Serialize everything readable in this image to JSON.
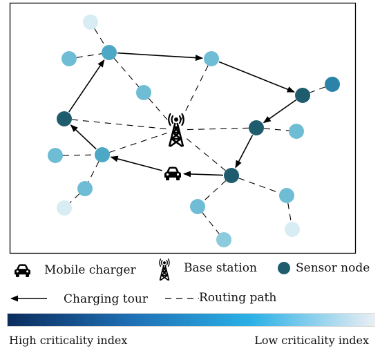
{
  "legend": {
    "mobile_charger_label": "Mobile charger",
    "base_station_label": "Base station",
    "sensor_node_label": "Sensor node",
    "charging_tour_label": "Charging tour",
    "routing_path_label": "Routing path",
    "icons": {
      "mobile_charger": "car-icon",
      "base_station": "antenna-tower-icon",
      "sensor_node": "circle-icon"
    }
  },
  "criticality_scale": {
    "high_label": "High criticality index",
    "low_label": "Low criticality index",
    "colors": [
      "#0b2c5e",
      "#1e6fb3",
      "#2bb1e6",
      "#e9eef3"
    ]
  },
  "diagram": {
    "node_colors": {
      "very_high": "#1f5c6e",
      "high": "#2c83a8",
      "medium": "#4da8c5",
      "mid_low": "#6fbdd4",
      "low": "#8ccade",
      "very_low": "#d8ecf3"
    },
    "nodes": [
      {
        "id": "n1",
        "level": "very_low"
      },
      {
        "id": "n2",
        "level": "mid_low"
      },
      {
        "id": "n3",
        "level": "medium"
      },
      {
        "id": "n4",
        "level": "mid_low"
      },
      {
        "id": "n5",
        "level": "mid_low"
      },
      {
        "id": "n6",
        "level": "very_high"
      },
      {
        "id": "n7",
        "level": "high"
      },
      {
        "id": "n8",
        "level": "very_high"
      },
      {
        "id": "n9",
        "level": "very_high"
      },
      {
        "id": "n10",
        "level": "mid_low"
      },
      {
        "id": "n11",
        "level": "mid_low"
      },
      {
        "id": "n12",
        "level": "medium"
      },
      {
        "id": "n13",
        "level": "mid_low"
      },
      {
        "id": "n14",
        "level": "very_low"
      },
      {
        "id": "n15",
        "level": "very_high"
      },
      {
        "id": "n16",
        "level": "mid_low"
      },
      {
        "id": "n17",
        "level": "low"
      },
      {
        "id": "n18",
        "level": "mid_low"
      },
      {
        "id": "n19",
        "level": "very_low"
      }
    ],
    "charging_tour": [
      [
        "charger",
        "n12"
      ],
      [
        "n12",
        "n6"
      ],
      [
        "n6",
        "n3"
      ],
      [
        "n3",
        "n5"
      ],
      [
        "n5",
        "n8"
      ],
      [
        "n8",
        "n9"
      ],
      [
        "n9",
        "n15"
      ],
      [
        "n15",
        "charger"
      ]
    ],
    "routing_paths": [
      [
        "n1",
        "n3"
      ],
      [
        "n2",
        "n3"
      ],
      [
        "n3",
        "n4"
      ],
      [
        "n4",
        "bs"
      ],
      [
        "n5",
        "bs"
      ],
      [
        "n6",
        "bs"
      ],
      [
        "n7",
        "n8"
      ],
      [
        "n8",
        "n9"
      ],
      [
        "n9",
        "bs"
      ],
      [
        "n9",
        "n10"
      ],
      [
        "n11",
        "n12"
      ],
      [
        "n12",
        "bs"
      ],
      [
        "n12",
        "n13"
      ],
      [
        "n13",
        "n14"
      ],
      [
        "n15",
        "bs"
      ],
      [
        "n15",
        "n16"
      ],
      [
        "n16",
        "n17"
      ],
      [
        "n15",
        "n18"
      ],
      [
        "n18",
        "n19"
      ]
    ]
  }
}
